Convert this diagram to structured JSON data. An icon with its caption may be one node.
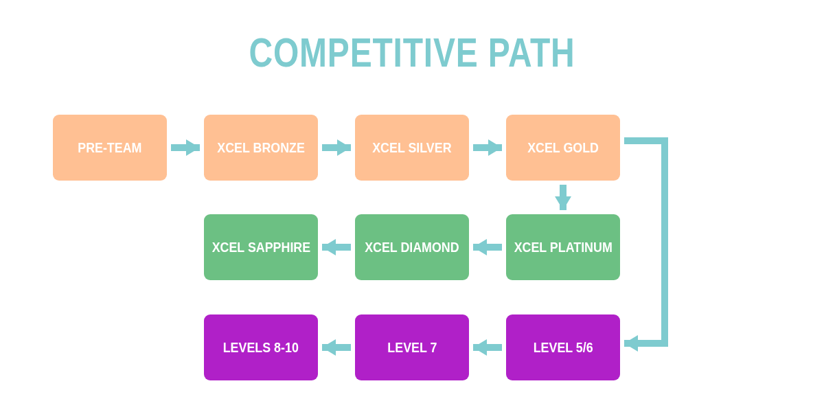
{
  "diagram": {
    "title": "COMPETITIVE PATH",
    "nodes": [
      {
        "text": [
          "PRE-TEAM"
        ]
      },
      {
        "text": [
          "XCEL BRONZE"
        ]
      },
      {
        "text": [
          "XCEL SILVER"
        ]
      },
      {
        "text": [
          "XCEL GOLD"
        ]
      },
      {
        "text": [
          "XCEL SAPPHIRE"
        ]
      },
      {
        "text": [
          "XCEL DIAMOND"
        ]
      },
      {
        "text": [
          "XCEL PLATINUM"
        ]
      },
      {
        "text": [
          "LEVELS 8-10"
        ]
      },
      {
        "text": [
          "LEVEL 7"
        ]
      },
      {
        "text": [
          "LEVEL 5/6"
        ]
      }
    ],
    "edges": [
      {
        "from": 0,
        "to": 1,
        "arrow": "to"
      },
      {
        "from": 1,
        "to": 2,
        "arrow": "to"
      },
      {
        "from": 2,
        "to": 3,
        "arrow": "to"
      },
      {
        "from": 3,
        "to": 6,
        "arrow": "to"
      },
      {
        "from": 6,
        "to": 5,
        "arrow": "to"
      },
      {
        "from": 5,
        "to": 4,
        "arrow": "to"
      },
      {
        "from": 3,
        "to": 9,
        "arrow": "to"
      },
      {
        "from": 9,
        "to": 8,
        "arrow": "to"
      },
      {
        "from": 8,
        "to": 7,
        "arrow": "to"
      }
    ]
  }
}
